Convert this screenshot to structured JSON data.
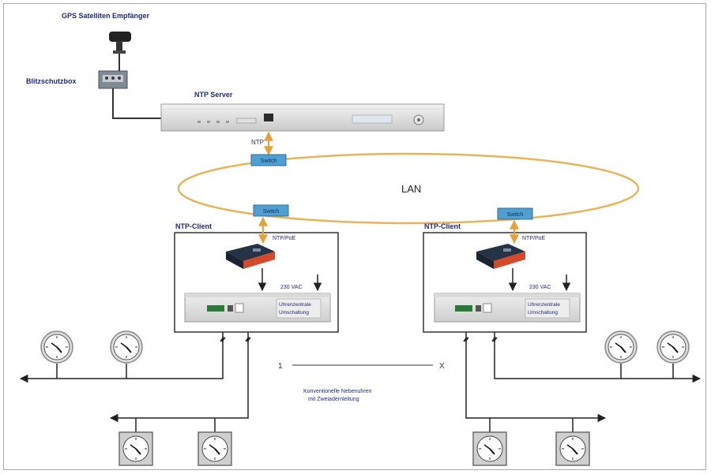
{
  "labels": {
    "gps_receiver": "GPS Satelliten Empfänger",
    "surge_protector": "Blitzschutzbox",
    "ntp_server": "NTP Server",
    "ntp": "NTP",
    "switch": "Switch",
    "lan": "LAN",
    "ntp_client": "NTP-Client",
    "ntp_poe": "NTP/PoE",
    "vac": "230 VAC",
    "master_clock_line1": "Uhrenzentrale",
    "master_clock_line2": "Umschaltung",
    "redundant_line1": "Konventionelle Nebenuhren",
    "redundant_line2": "mit Zweiadernleitung",
    "one": "1",
    "x": "X"
  },
  "colors": {
    "lan_ring": "#e8b45a",
    "switch": "#4f9fd3",
    "label_text": "#1e2a7a",
    "arrow_orange": "#e7a13a"
  }
}
